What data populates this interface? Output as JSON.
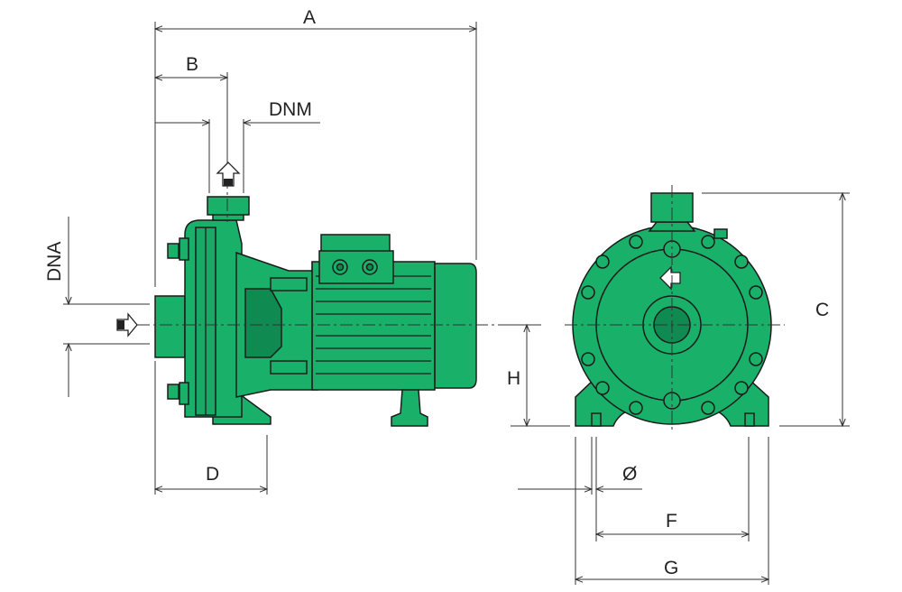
{
  "colors": {
    "pump_green": "#19b06a",
    "pump_green_dark": "#0f8a50",
    "outline": "#1a1a1a",
    "dimension_line": "#333333"
  },
  "labels": {
    "A": "A",
    "B": "B",
    "DNM": "DNM",
    "DNA": "DNA",
    "C": "C",
    "H": "H",
    "D": "D",
    "phi": "Ø",
    "F": "F",
    "G": "G"
  },
  "icons": {
    "inlet": "arrow-right-icon",
    "outlet": "arrow-up-icon",
    "flow": "arrow-left-icon"
  }
}
